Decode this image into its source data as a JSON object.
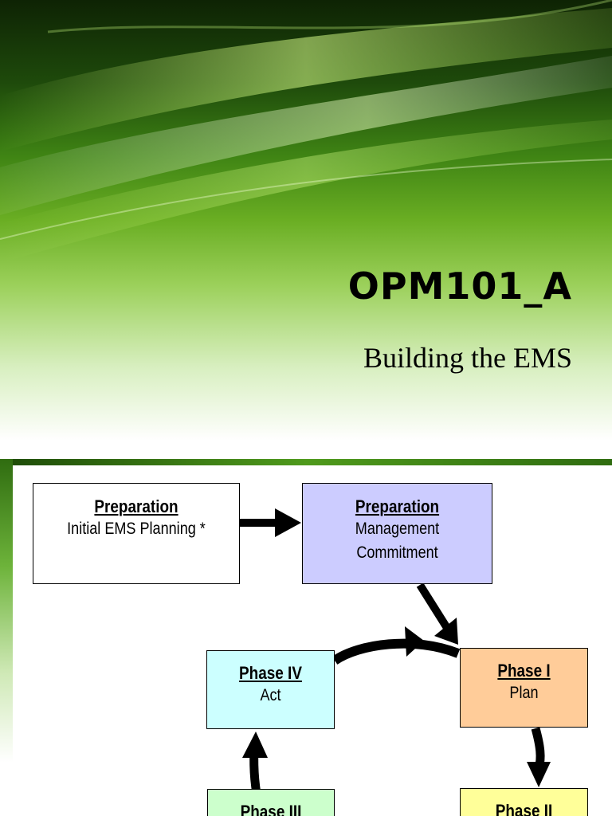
{
  "slide1": {
    "title": "OPM101_A",
    "subtitle": "Building the EMS"
  },
  "diagram": {
    "boxes": [
      {
        "id": "prep-initial",
        "header": "Preparation",
        "lines": [
          "Initial EMS Planning *"
        ],
        "color": "#ffffff"
      },
      {
        "id": "prep-management",
        "header": "Preparation",
        "lines": [
          "Management",
          "Commitment"
        ],
        "color": "#ccccff"
      },
      {
        "id": "phase-4",
        "header": "Phase IV",
        "lines": [
          "Act"
        ],
        "color": "#ccffff"
      },
      {
        "id": "phase-1",
        "header": "Phase I",
        "lines": [
          "Plan"
        ],
        "color": "#ffcc99"
      },
      {
        "id": "phase-3",
        "header": "Phase III",
        "lines": [],
        "color": "#ccffcc"
      },
      {
        "id": "phase-2",
        "header": "Phase II",
        "lines": [],
        "color": "#ffff99"
      }
    ]
  }
}
